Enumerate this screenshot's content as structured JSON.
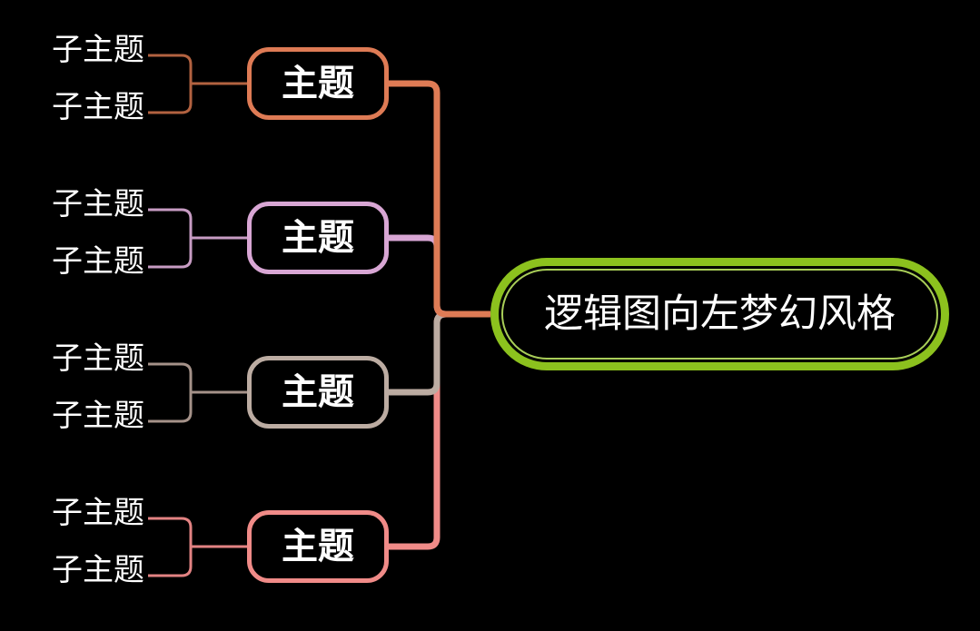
{
  "background": "#000000",
  "root": {
    "label": "逻辑图向左梦幻风格",
    "ring_color": "#8CC11E",
    "inner_ring_color": "#A9CE58",
    "text_color": "#FFFFFF"
  },
  "branches": [
    {
      "label": "主题",
      "color": "#DE7B55",
      "subline_color": "#B26240",
      "subtopics": [
        {
          "label": "子主题"
        },
        {
          "label": "子主题"
        }
      ]
    },
    {
      "label": "主题",
      "color": "#D8A6D4",
      "subline_color": "#C79CC3",
      "subtopics": [
        {
          "label": "子主题"
        },
        {
          "label": "子主题"
        }
      ]
    },
    {
      "label": "主题",
      "color": "#BCACA2",
      "subline_color": "#A59289",
      "subtopics": [
        {
          "label": "子主题"
        },
        {
          "label": "子主题"
        }
      ]
    },
    {
      "label": "主题",
      "color": "#F08B88",
      "subline_color": "#E38383",
      "subtopics": [
        {
          "label": "子主题"
        },
        {
          "label": "子主题"
        }
      ]
    }
  ]
}
